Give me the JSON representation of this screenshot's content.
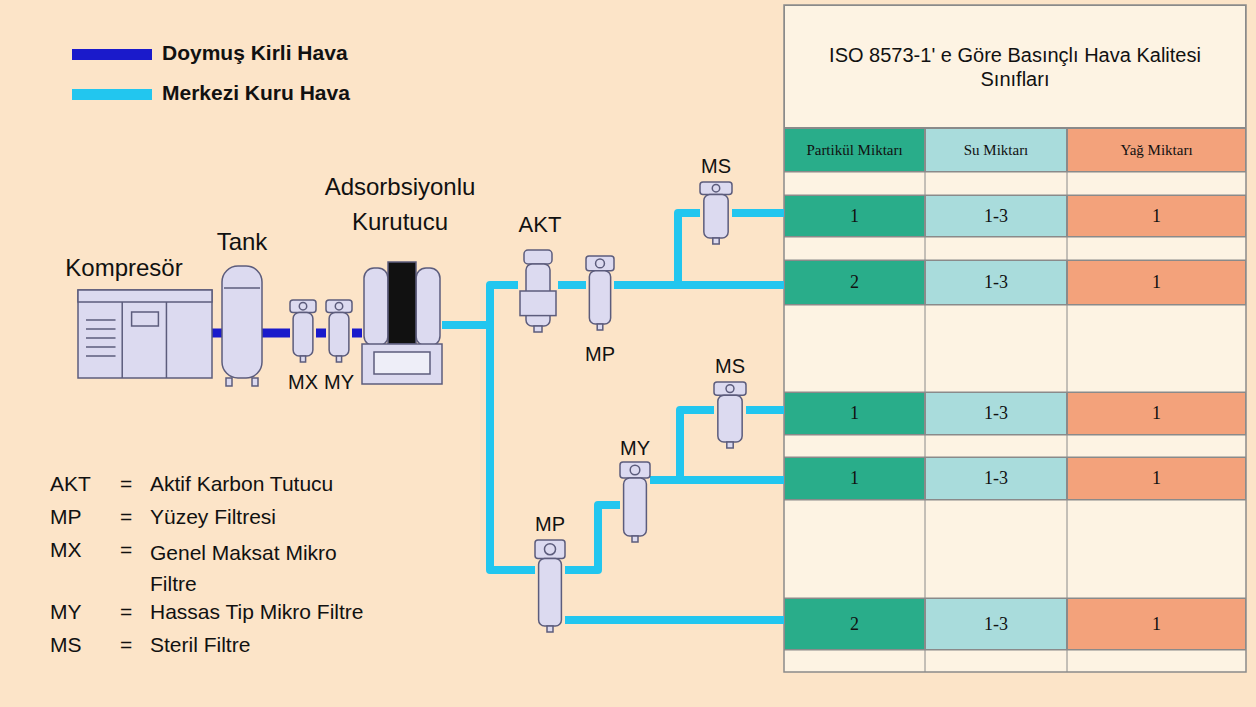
{
  "diagram": {
    "nodes": [
      {
        "text": [
          "Kompresör"
        ]
      },
      {
        "text": [
          "Tank"
        ]
      },
      {
        "text": [
          "MX"
        ]
      },
      {
        "text": [
          "MY"
        ]
      },
      {
        "text": [
          "Adsorbsiyonlu Kurutucu"
        ]
      },
      {
        "text": [
          "AKT"
        ]
      },
      {
        "text": [
          "MP"
        ]
      },
      {
        "text": [
          "MS"
        ]
      },
      {
        "text": [
          "MS"
        ]
      },
      {
        "text": [
          "MY"
        ]
      },
      {
        "text": [
          "MP"
        ]
      },
      {
        "text": [
          "1",
          "1-3",
          "1"
        ]
      },
      {
        "text": [
          "2",
          "1-3",
          "1"
        ]
      },
      {
        "text": [
          "1",
          "1-3",
          "1"
        ]
      },
      {
        "text": [
          "1",
          "1-3",
          "1"
        ]
      },
      {
        "text": [
          "2",
          "1-3",
          "1"
        ]
      }
    ],
    "edges": [
      {
        "from": 0,
        "to": 1,
        "arrow": "none"
      },
      {
        "from": 1,
        "to": 2,
        "arrow": "none"
      },
      {
        "from": 2,
        "to": 3,
        "arrow": "none"
      },
      {
        "from": 3,
        "to": 4,
        "arrow": "none"
      },
      {
        "from": 4,
        "to": 5,
        "arrow": "none"
      },
      {
        "from": 5,
        "to": 6,
        "arrow": "none"
      },
      {
        "from": 6,
        "to": 7,
        "arrow": "none"
      },
      {
        "from": 7,
        "to": 11,
        "arrow": "none"
      },
      {
        "from": 6,
        "to": 12,
        "arrow": "none"
      },
      {
        "from": 4,
        "to": 10,
        "arrow": "none"
      },
      {
        "from": 10,
        "to": 9,
        "arrow": "none"
      },
      {
        "from": 9,
        "to": 8,
        "arrow": "none"
      },
      {
        "from": 8,
        "to": 13,
        "arrow": "none"
      },
      {
        "from": 9,
        "to": 14,
        "arrow": "none"
      },
      {
        "from": 10,
        "to": 15,
        "arrow": "none"
      }
    ],
    "labels": [
      "ISO 8573-1' e Göre Basınçlı Hava Kalitesi Sınıfları",
      "Partikül Miktarı",
      "Su Miktarı",
      "Yağ Miktarı",
      "AKT",
      "=",
      "Aktif Karbon Tutucu",
      "MP",
      "=",
      "Yüzey Filtresi",
      "MX",
      "=",
      "Genel Maksat Mikro Filtre",
      "MY",
      "=",
      "Hassas Tip Mikro Filtre",
      "MS",
      "=",
      "Steril Filtre"
    ],
    "legend": [
      {
        "text": "Doymuş Kirli Hava",
        "color": "#1a1acb"
      },
      {
        "text": "Merkezi Kuru Hava",
        "color": "#22c6ef"
      }
    ]
  }
}
